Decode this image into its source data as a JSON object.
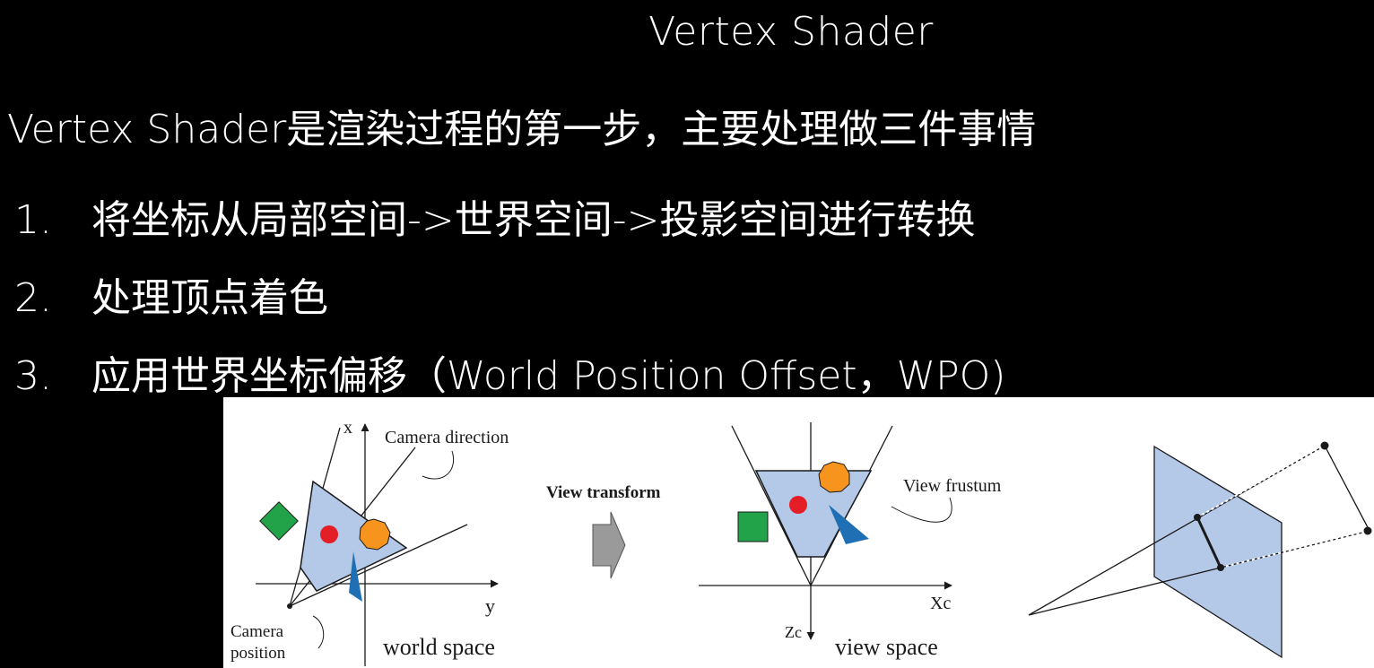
{
  "slide": {
    "title": "Vertex Shader",
    "intro": "Vertex Shader是渲染过程的第一步，主要处理做三件事情",
    "items": [
      {
        "number": "1.",
        "text": "将坐标从局部空间->世界空间->投影空间进行转换"
      },
      {
        "number": "2.",
        "text": "处理顶点着色"
      },
      {
        "number": "3.",
        "text": "应用世界坐标偏移（World Position Offset，WPO)"
      }
    ]
  },
  "figure": {
    "world": {
      "axis_x": "x",
      "axis_y": "y",
      "camera_direction": "Camera direction",
      "camera_label_1": "Camera",
      "camera_label_2": "position",
      "space_label": "world space"
    },
    "transform_label": "View transform",
    "view": {
      "frustum_label": "View frustum",
      "axis_x": "Xc",
      "axis_z": "Zc",
      "space_label": "view space"
    },
    "colors": {
      "frustum_fill": "#b4c8e8",
      "green": "#22a34a",
      "red": "#e41e26",
      "orange": "#f7941d",
      "blue": "#1f6fb4",
      "arrow_gray": "#9a9a9a"
    }
  }
}
